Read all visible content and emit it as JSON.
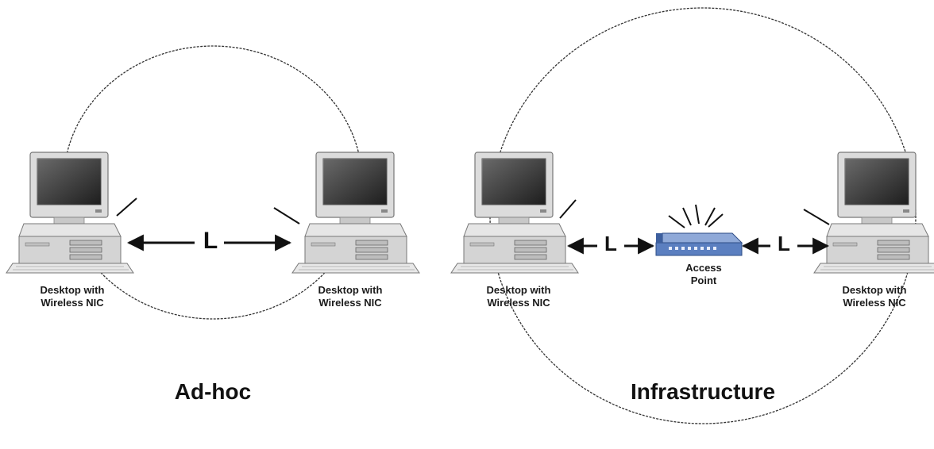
{
  "adhoc": {
    "title": "Ad-hoc",
    "link_label": "L",
    "left_pc": {
      "line1": "Desktop with",
      "line2": "Wireless NIC"
    },
    "right_pc": {
      "line1": "Desktop with",
      "line2": "Wireless NIC"
    }
  },
  "infrastructure": {
    "title": "Infrastructure",
    "link_label_left": "L",
    "link_label_right": "L",
    "access_point": {
      "line1": "Access",
      "line2": "Point"
    },
    "left_pc": {
      "line1": "Desktop with",
      "line2": "Wireless NIC"
    },
    "right_pc": {
      "line1": "Desktop with",
      "line2": "Wireless NIC"
    }
  },
  "colors": {
    "monitor_body": "#d8d8d8",
    "screen": "#2b2b2b",
    "access_point_blue": "#5b7fc0",
    "line": "#222222"
  }
}
